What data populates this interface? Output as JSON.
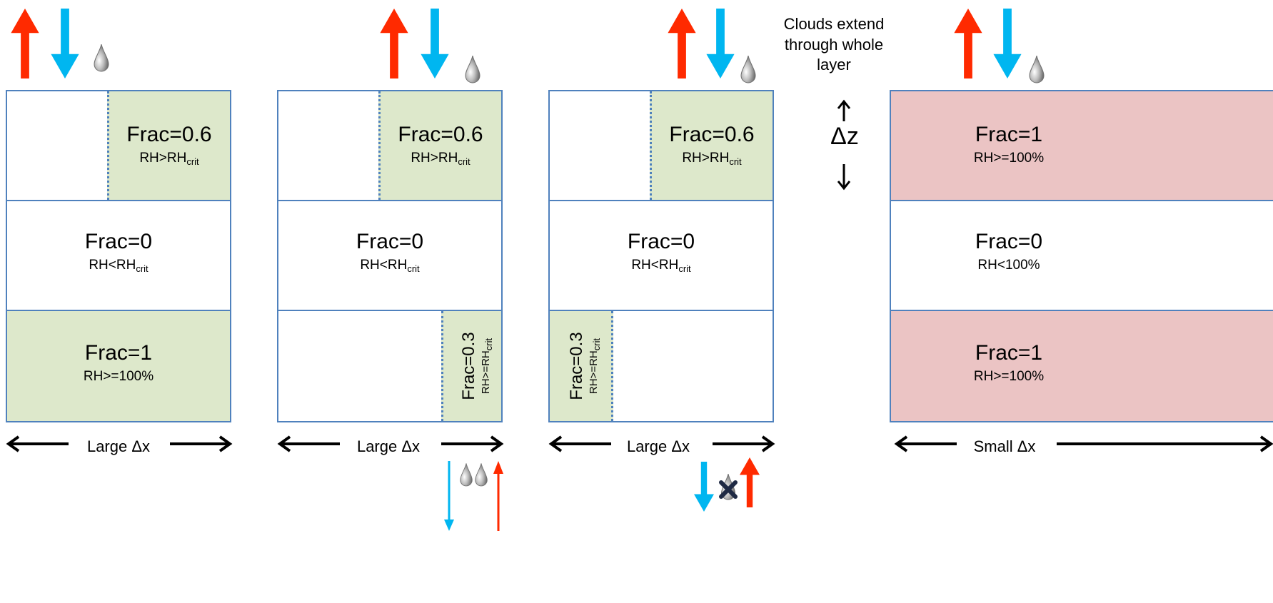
{
  "panels": [
    {
      "top": {
        "frac": "Frac=0.6",
        "rh_main": "RH>RH",
        "rh_sub": "crit"
      },
      "middle": {
        "frac": "Frac=0",
        "rh_main": "RH<RH",
        "rh_sub": "crit"
      },
      "bottom": {
        "frac": "Frac=1",
        "rh_main": "RH>=100%",
        "rh_sub": ""
      },
      "dx_label": "Large Δx"
    },
    {
      "top": {
        "frac": "Frac=0.6",
        "rh_main": "RH>RH",
        "rh_sub": "crit"
      },
      "middle": {
        "frac": "Frac=0",
        "rh_main": "RH<RH",
        "rh_sub": "crit"
      },
      "bottom": {
        "frac": "Frac=0.3",
        "rh_main": "RH>=RH",
        "rh_sub": "crit"
      },
      "dx_label": "Large Δx"
    },
    {
      "top": {
        "frac": "Frac=0.6",
        "rh_main": "RH>RH",
        "rh_sub": "crit"
      },
      "middle": {
        "frac": "Frac=0",
        "rh_main": "RH<RH",
        "rh_sub": "crit"
      },
      "bottom": {
        "frac": "Frac=0.3",
        "rh_main": "RH>=RH",
        "rh_sub": "crit"
      },
      "dx_label": "Large Δx"
    },
    {
      "top": {
        "frac": "Frac=1",
        "rh_main": "RH>=100%",
        "rh_sub": ""
      },
      "middle": {
        "frac": "Frac=0",
        "rh_main": "RH<100%",
        "rh_sub": ""
      },
      "bottom": {
        "frac": "Frac=1",
        "rh_main": "RH>=100%",
        "rh_sub": ""
      },
      "dx_label": "Small Δx"
    }
  ],
  "note": {
    "line1": "Clouds extend",
    "line2": "through whole",
    "line3": "layer"
  },
  "dz_label": "Δz",
  "colors": {
    "up_arrow": "#ff2a00",
    "down_arrow": "#00b6f0",
    "cloud_green": "#dde8cb",
    "cloud_pink": "#ebc4c4",
    "border": "#4f81bd"
  }
}
